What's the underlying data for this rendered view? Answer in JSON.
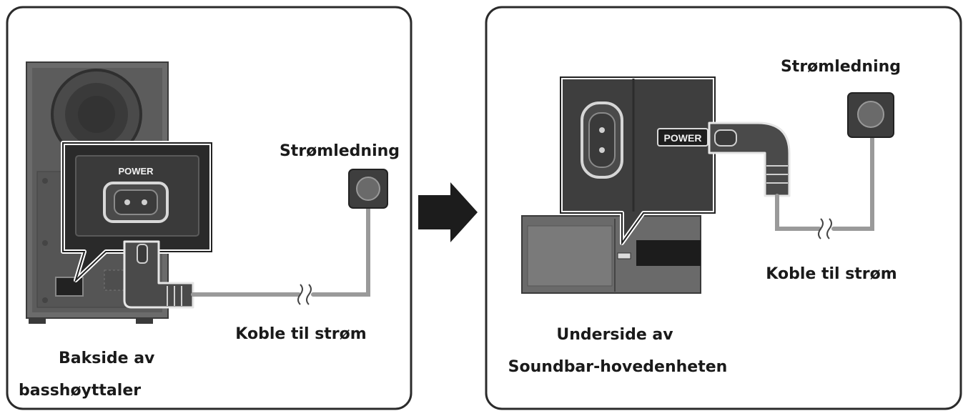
{
  "left_panel": {
    "port_label": "POWER",
    "cord_label": "Strømledning",
    "connect_label": "Koble til strøm",
    "caption_line1": "Bakside av",
    "caption_line2": "basshøyttaler"
  },
  "right_panel": {
    "port_label": "POWER",
    "cord_label": "Strømledning",
    "connect_label": "Koble til strøm",
    "caption_line1": "Underside av",
    "caption_line2": "Soundbar-hovedenheten"
  }
}
